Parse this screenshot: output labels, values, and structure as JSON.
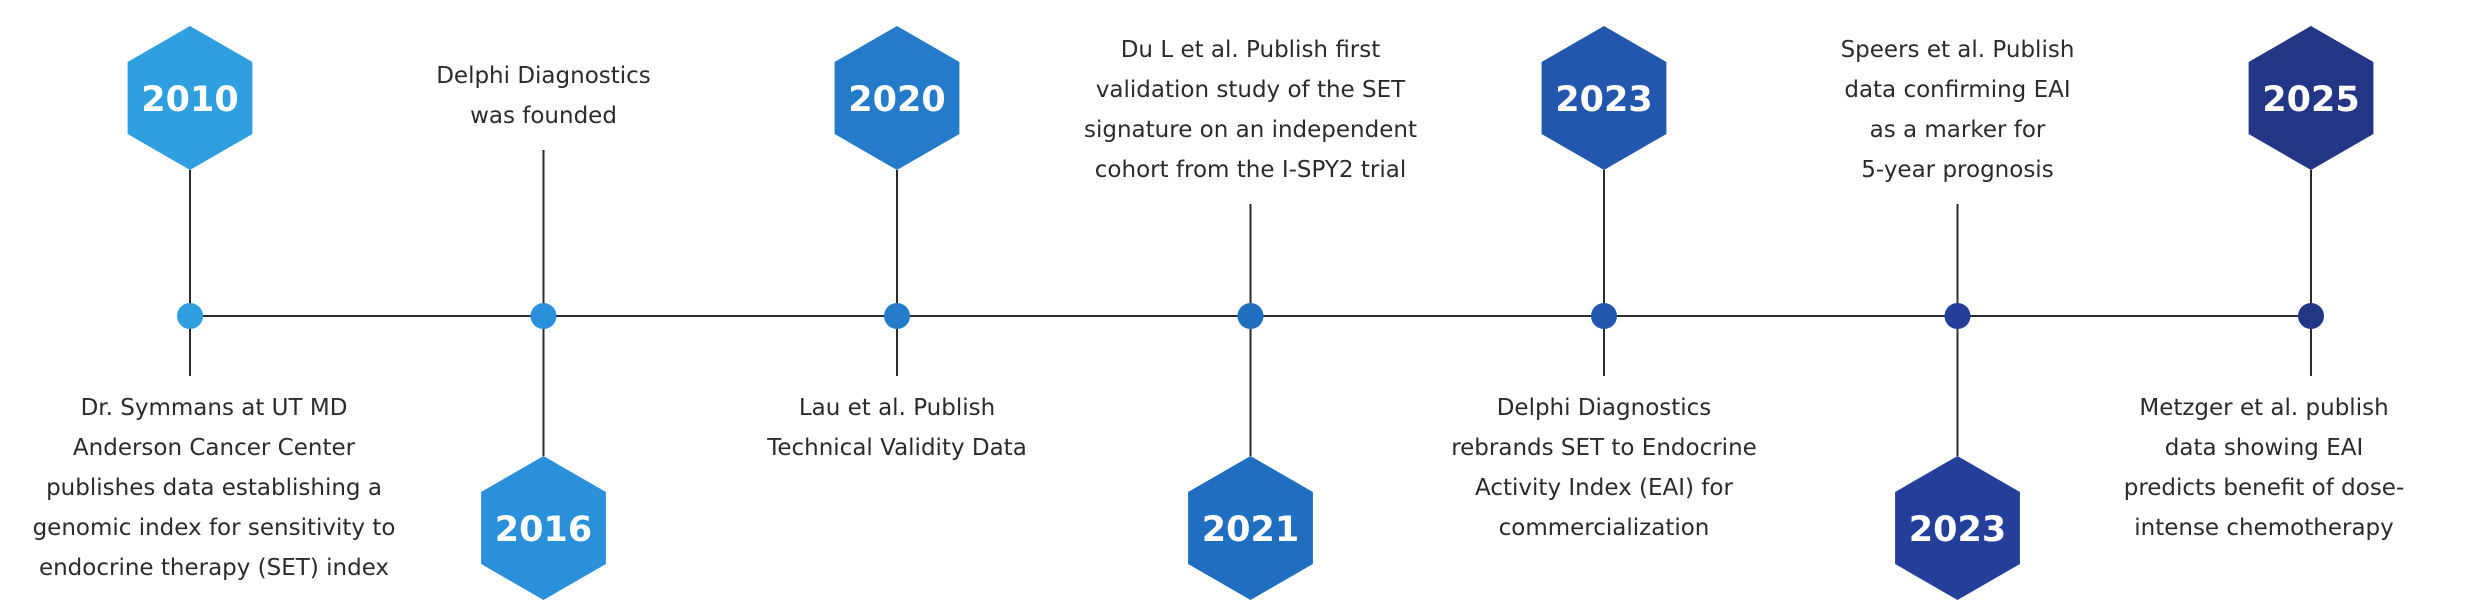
{
  "colors": {
    "line": "#2b2b2b",
    "events": [
      "#2f9fe0",
      "#2a90d9",
      "#237bc9",
      "#1f6ebf",
      "#2257ad",
      "#233f9a",
      "#233585"
    ]
  },
  "events": [
    {
      "year": "2010",
      "lines": [
        "Dr. Symmans at UT MD",
        "Anderson Cancer Center",
        "publishes data establishing a",
        "genomic index for sensitivity to",
        "endocrine therapy (SET) index"
      ]
    },
    {
      "year": "2016",
      "lines": [
        "Delphi Diagnostics",
        "was founded"
      ]
    },
    {
      "year": "2020",
      "lines": [
        "Lau et al. Publish",
        "Technical Validity Data"
      ]
    },
    {
      "year": "2021",
      "lines": [
        "Du L et al. Publish first",
        "validation study of the SET",
        "signature on an independent",
        "cohort from the I-SPY2 trial"
      ]
    },
    {
      "year": "2023",
      "lines": [
        "Delphi Diagnostics",
        "rebrands SET to Endocrine",
        "Activity Index (EAI) for",
        "commercialization"
      ]
    },
    {
      "year": "2023",
      "lines": [
        "Speers et al. Publish",
        "data confirming EAI",
        "as a marker for",
        "5-year prognosis"
      ]
    },
    {
      "year": "2025",
      "lines": [
        "Metzger et al. publish",
        "data showing EAI",
        "predicts benefit of dose-",
        "intense chemotherapy"
      ]
    }
  ]
}
